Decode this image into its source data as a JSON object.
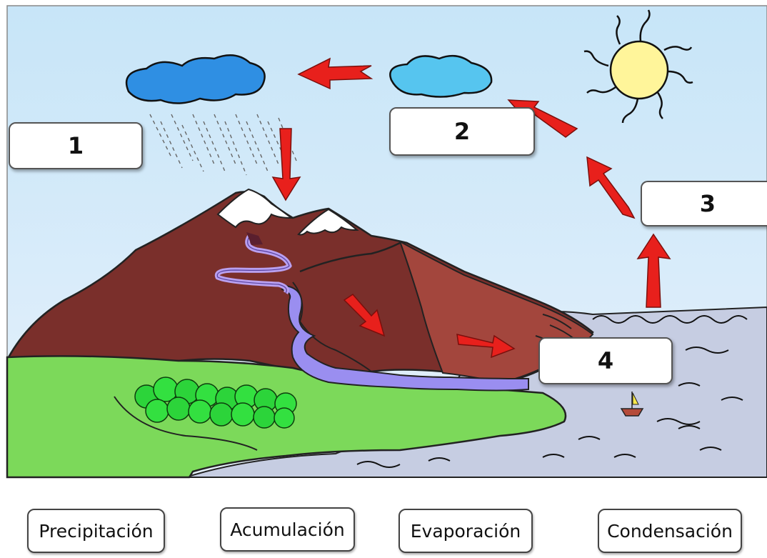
{
  "slots": [
    {
      "number": "1"
    },
    {
      "number": "2"
    },
    {
      "number": "3"
    },
    {
      "number": "4"
    }
  ],
  "word_bank": [
    "Precipitación",
    "Acumulación",
    "Evaporación",
    "Condensación"
  ],
  "colors": {
    "sky": "#cfe6f7",
    "mountain": "#7a2f2b",
    "mountain_dark": "#5a1f1c",
    "snow": "#ffffff",
    "grass": "#7cd95a",
    "river": "#9a8ef0",
    "sea": "#c6cde2",
    "arrow": "#e8201c",
    "sun": "#fff59a",
    "cloud_dark": "#2f8fe3",
    "cloud_light": "#56c5ef"
  },
  "icons": [
    "rain-cloud-icon",
    "cloud-icon",
    "sun-icon",
    "boat-icon",
    "trees-icon"
  ]
}
